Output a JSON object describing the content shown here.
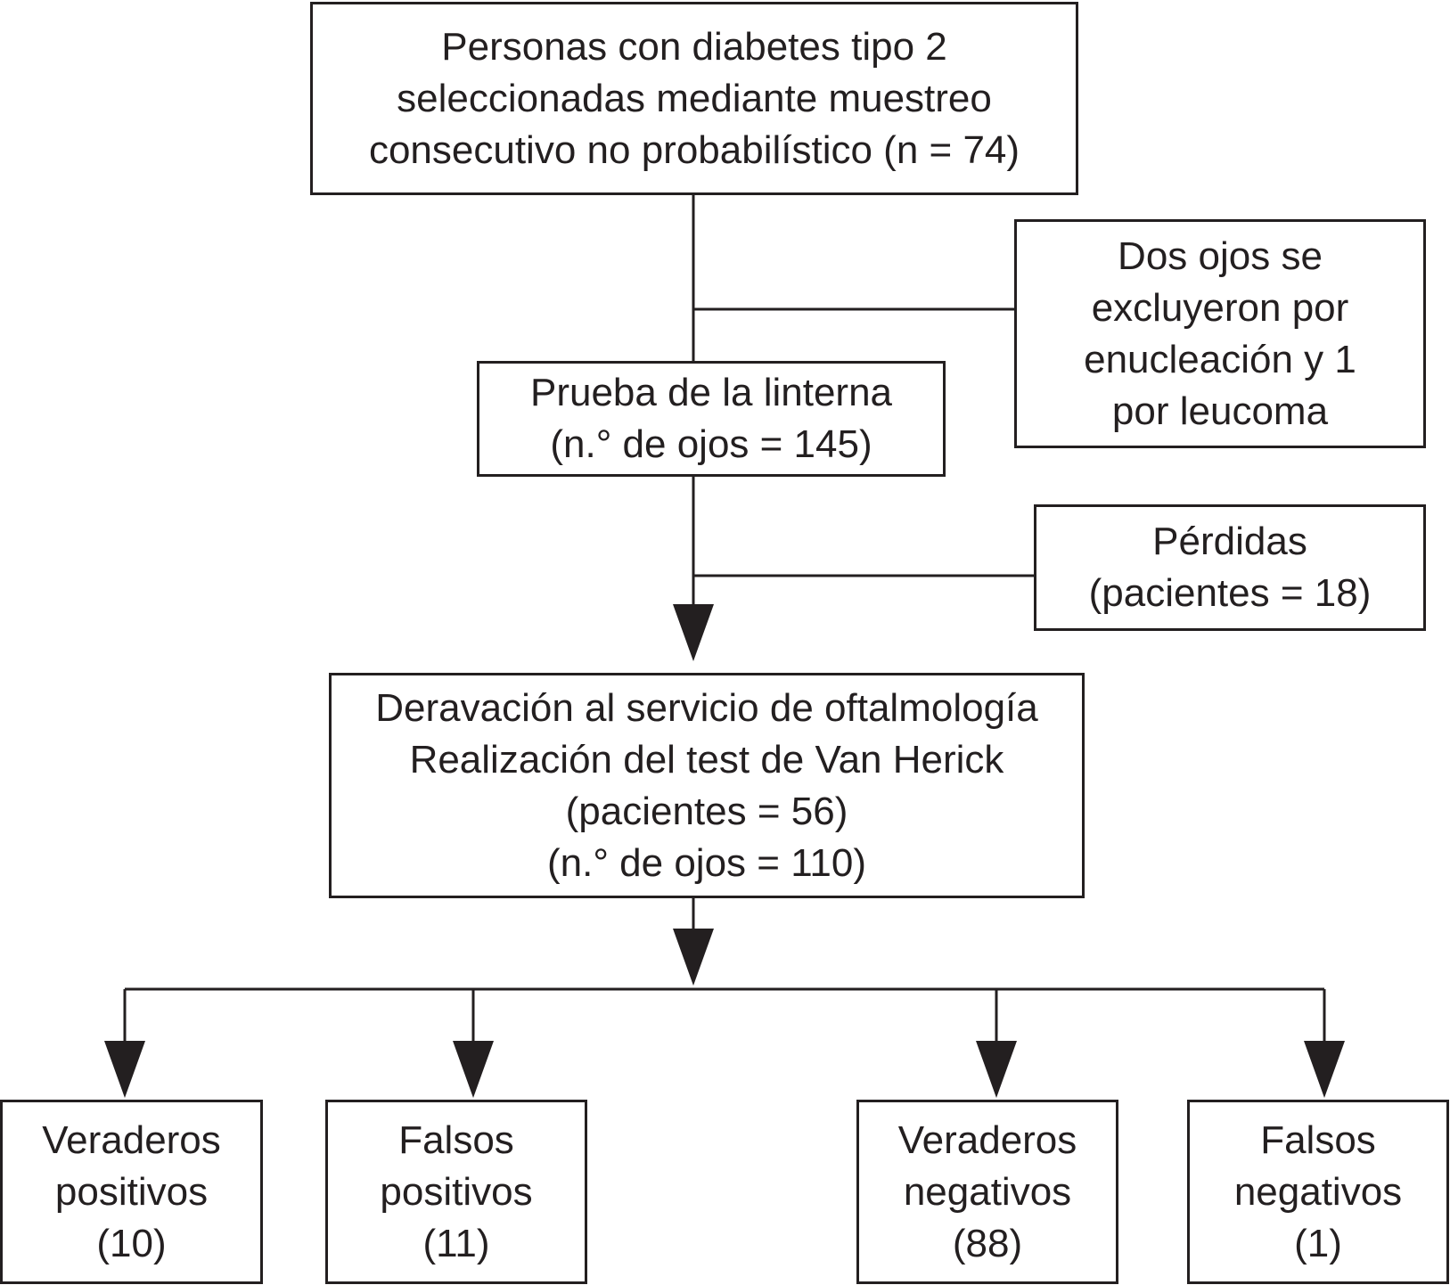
{
  "diagram": {
    "colors": {
      "stroke": "#231f20",
      "background": "#ffffff"
    },
    "boxes": {
      "start": {
        "lines": [
          "Personas con diabetes tipo 2",
          "seleccionadas mediante muestreo",
          "consecutivo no probabilístico (n = 74)"
        ]
      },
      "excluded": {
        "lines": [
          "Dos ojos se",
          "excluyeron por",
          "enucleación y 1",
          "por leucoma"
        ]
      },
      "flashlight_test": {
        "lines": [
          "Prueba de la linterna",
          "(n.° de ojos = 145)"
        ]
      },
      "losses": {
        "lines": [
          "Pérdidas",
          "(pacientes = 18)"
        ]
      },
      "referral": {
        "lines": [
          "Deravación al servicio de oftalmología",
          "Realización del test de Van Herick",
          "(pacientes = 56)",
          "(n.° de ojos = 110)"
        ]
      },
      "true_positives": {
        "lines": [
          "Veraderos",
          "positivos",
          "(10)"
        ]
      },
      "false_positives": {
        "lines": [
          "Falsos",
          "positivos",
          "(11)"
        ]
      },
      "true_negatives": {
        "lines": [
          "Veraderos",
          "negativos",
          "(88)"
        ]
      },
      "false_negatives": {
        "lines": [
          "Falsos",
          "negativos",
          "(1)"
        ]
      }
    }
  }
}
